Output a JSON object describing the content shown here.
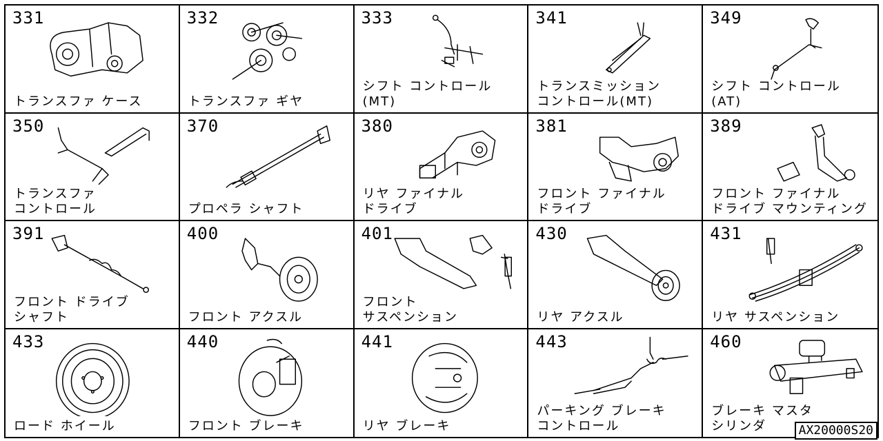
{
  "cells": [
    {
      "code": "331",
      "label": "トランスファ ケース",
      "icon": "transfer-case-icon"
    },
    {
      "code": "332",
      "label": "トランスファ ギヤ",
      "icon": "transfer-gear-icon"
    },
    {
      "code": "333",
      "label": "シフト コントロール\n(MT)",
      "icon": "shift-control-mt-icon"
    },
    {
      "code": "341",
      "label": "トランスミッション\nコントロール(MT)",
      "icon": "transmission-control-icon"
    },
    {
      "code": "349",
      "label": "シフト コントロール\n(AT)",
      "icon": "shift-control-at-icon"
    },
    {
      "code": "350",
      "label": "トランスファ\nコントロール",
      "icon": "transfer-control-icon"
    },
    {
      "code": "370",
      "label": "プロペラ シャフト",
      "icon": "propeller-shaft-icon"
    },
    {
      "code": "380",
      "label": "リヤ ファイナル\nドライブ",
      "icon": "rear-final-drive-icon"
    },
    {
      "code": "381",
      "label": "フロント ファイナル\nドライブ",
      "icon": "front-final-drive-icon"
    },
    {
      "code": "389",
      "label": "フロント ファイナル\nドライブ マウンティング",
      "icon": "final-drive-mounting-icon"
    },
    {
      "code": "391",
      "label": "フロント ドライブ\nシャフト",
      "icon": "drive-shaft-icon"
    },
    {
      "code": "400",
      "label": "フロント アクスル",
      "icon": "front-axle-icon"
    },
    {
      "code": "401",
      "label": "フロント\nサスペンション",
      "icon": "front-suspension-icon"
    },
    {
      "code": "430",
      "label": "リヤ アクスル",
      "icon": "rear-axle-icon"
    },
    {
      "code": "431",
      "label": "リヤ サスペンション",
      "icon": "rear-suspension-icon"
    },
    {
      "code": "433",
      "label": "ロード ホイール",
      "icon": "road-wheel-icon"
    },
    {
      "code": "440",
      "label": "フロント ブレーキ",
      "icon": "front-brake-icon"
    },
    {
      "code": "441",
      "label": "リヤ ブレーキ",
      "icon": "rear-brake-icon"
    },
    {
      "code": "443",
      "label": "パーキング ブレーキ\nコントロール",
      "icon": "parking-brake-icon"
    },
    {
      "code": "460",
      "label": "ブレーキ マスタ\nシリンダ",
      "icon": "master-cylinder-icon"
    }
  ],
  "diagram_code": "AX20000S20"
}
